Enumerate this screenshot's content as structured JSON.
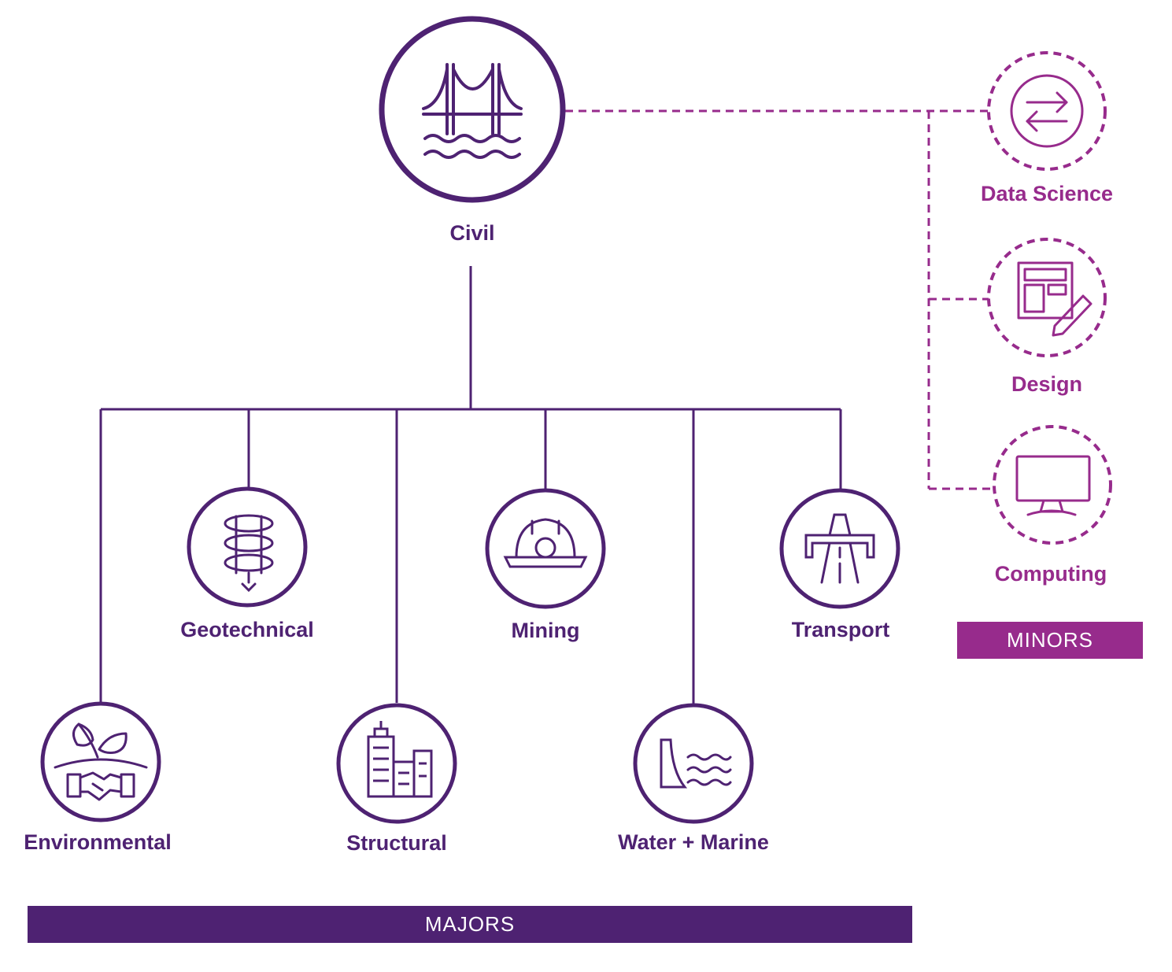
{
  "colors": {
    "major": "#4e2272",
    "minor": "#972b8c",
    "background": "#ffffff"
  },
  "root": {
    "label": "Civil",
    "icon": "bridge-icon"
  },
  "majors": {
    "heading": "MAJORS",
    "items": [
      {
        "label": "Environmental",
        "icon": "sprout-handshake-icon"
      },
      {
        "label": "Geotechnical",
        "icon": "drill-coil-icon"
      },
      {
        "label": "Structural",
        "icon": "buildings-icon"
      },
      {
        "label": "Mining",
        "icon": "hard-hat-icon"
      },
      {
        "label": "Water + Marine",
        "icon": "dam-water-icon"
      },
      {
        "label": "Transport",
        "icon": "road-overpass-icon"
      }
    ]
  },
  "minors": {
    "heading": "MINORS",
    "items": [
      {
        "label": "Data Science",
        "icon": "exchange-arrows-icon"
      },
      {
        "label": "Design",
        "icon": "layout-pencil-icon"
      },
      {
        "label": "Computing",
        "icon": "monitor-icon"
      }
    ]
  }
}
